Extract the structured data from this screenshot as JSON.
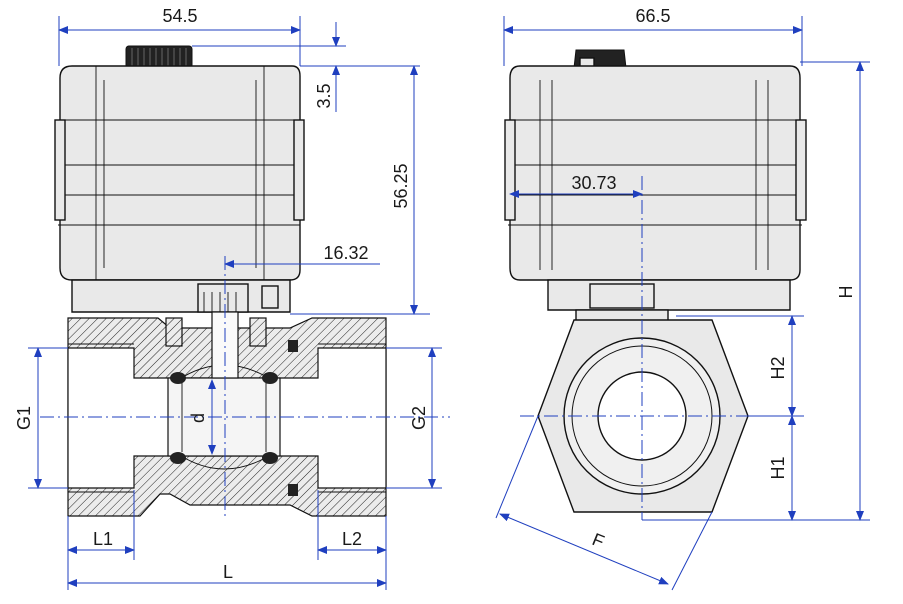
{
  "dimensions": {
    "width_front": "54.5",
    "width_side": "66.5",
    "top_offset": "3.5",
    "actuator_height": "56.25",
    "stem_offset": "16.32",
    "center_offset": "30.73",
    "g1": "G1",
    "g2": "G2",
    "d": "d",
    "l1": "L1",
    "l2": "L2",
    "l": "L",
    "h": "H",
    "h1": "H1",
    "h2": "H2",
    "f": "F"
  },
  "colors": {
    "dimension_line": "#1f3fbf",
    "outline": "#111111",
    "fill": "#e9e9e9"
  }
}
